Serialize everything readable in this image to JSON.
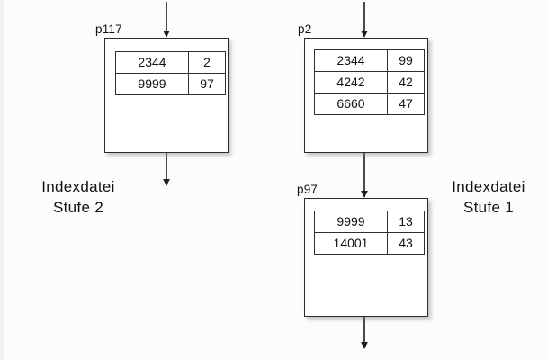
{
  "diagram": {
    "background_color": "#fcfcfc",
    "line_color": "#2b2b2b",
    "blocks": [
      {
        "id": "p117",
        "label": "p117",
        "rows": [
          {
            "key": "2344",
            "pointer": "2"
          },
          {
            "key": "9999",
            "pointer": "97"
          }
        ]
      },
      {
        "id": "p2",
        "label": "p2",
        "rows": [
          {
            "key": "2344",
            "pointer": "99"
          },
          {
            "key": "4242",
            "pointer": "42"
          },
          {
            "key": "6660",
            "pointer": "47"
          }
        ]
      },
      {
        "id": "p97",
        "label": "p97",
        "rows": [
          {
            "key": "9999",
            "pointer": "13"
          },
          {
            "key": "14001",
            "pointer": "43"
          }
        ]
      }
    ],
    "captions": {
      "left": {
        "line1": "Indexdatei",
        "line2": "Stufe 2"
      },
      "right": {
        "line1": "Indexdatei",
        "line2": "Stufe 1"
      }
    }
  }
}
